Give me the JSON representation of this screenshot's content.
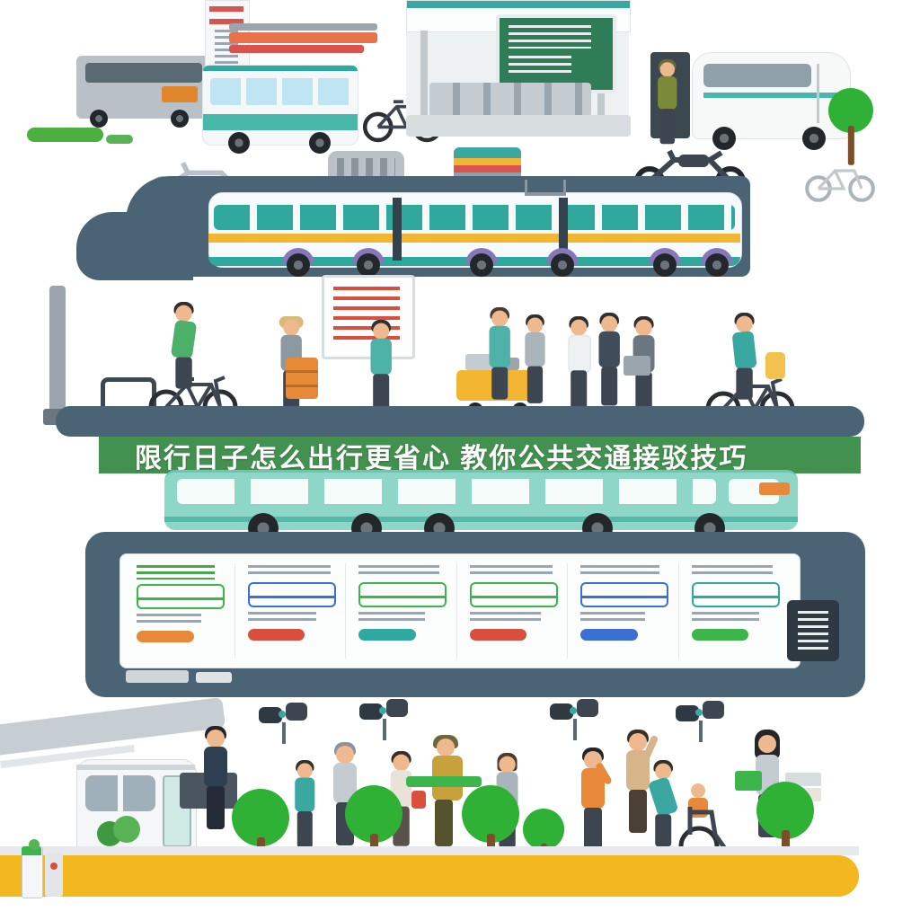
{
  "banner": {
    "title": "限行日子怎么出行更省心 教你公共交通接驳技巧",
    "background": "#43914f",
    "text_color": "#ffffff"
  },
  "palette": {
    "slate_road": "#4a6475",
    "teal_primary": "#2ea89e",
    "bus_teal_light": "#8ed6c8",
    "tram_stripe_yellow": "#f2b632",
    "road_yellow": "#f3b71f",
    "tree_green": "#2eb135",
    "grass_green": "#4caf3f",
    "accent_red": "#d94f3d",
    "accent_orange": "#e8893a",
    "accent_blue": "#3b6fd4",
    "accent_green": "#3cb54a",
    "panel_bg": "#fcfdfd",
    "skin_tone": "#eeb98e"
  },
  "panel": {
    "pills": [
      "#e8893a",
      "#d94f3d",
      "#2ea8a0",
      "#d94f3d",
      "#3b6fd4",
      "#3cb54a"
    ],
    "outlines": [
      "#3cb54a",
      "#3b6fd4",
      "#3cb54a",
      "#3cb54a",
      "#3b6fd4",
      "#2ea8a0"
    ]
  },
  "scene": {
    "top_row": "city-bus, bus-stop-shelter, camper-van, bicycle",
    "middle_band": "articulated-tram-on-road",
    "people_band": "pedestrians-cyclists-vendors",
    "lower_bus": "teal-city-bus",
    "info_panel": "transit-infographic-table",
    "street_scene": "passengers-trees-wheelchair-yellow-road"
  }
}
